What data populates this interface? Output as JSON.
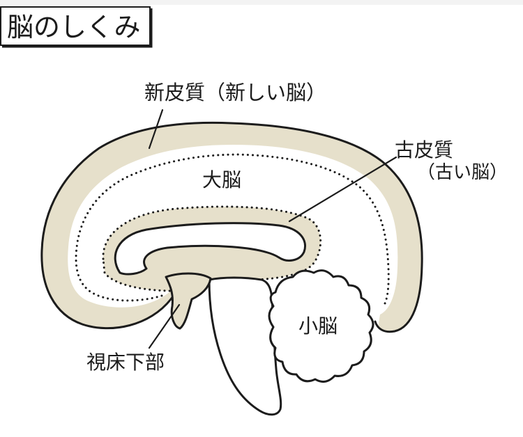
{
  "title": "脳のしくみ",
  "labels": {
    "neocortex": "新皮質（新しい脳）",
    "cerebrum": "大脳",
    "paleocortex": "古皮質",
    "paleocortex_note": "（古い脳）",
    "cerebellum": "小脳",
    "hypothalamus": "視床下部"
  },
  "colors": {
    "cortex_fill": "#e6e0cb",
    "outline": "#1c1c1c",
    "background": "#ffffff"
  }
}
